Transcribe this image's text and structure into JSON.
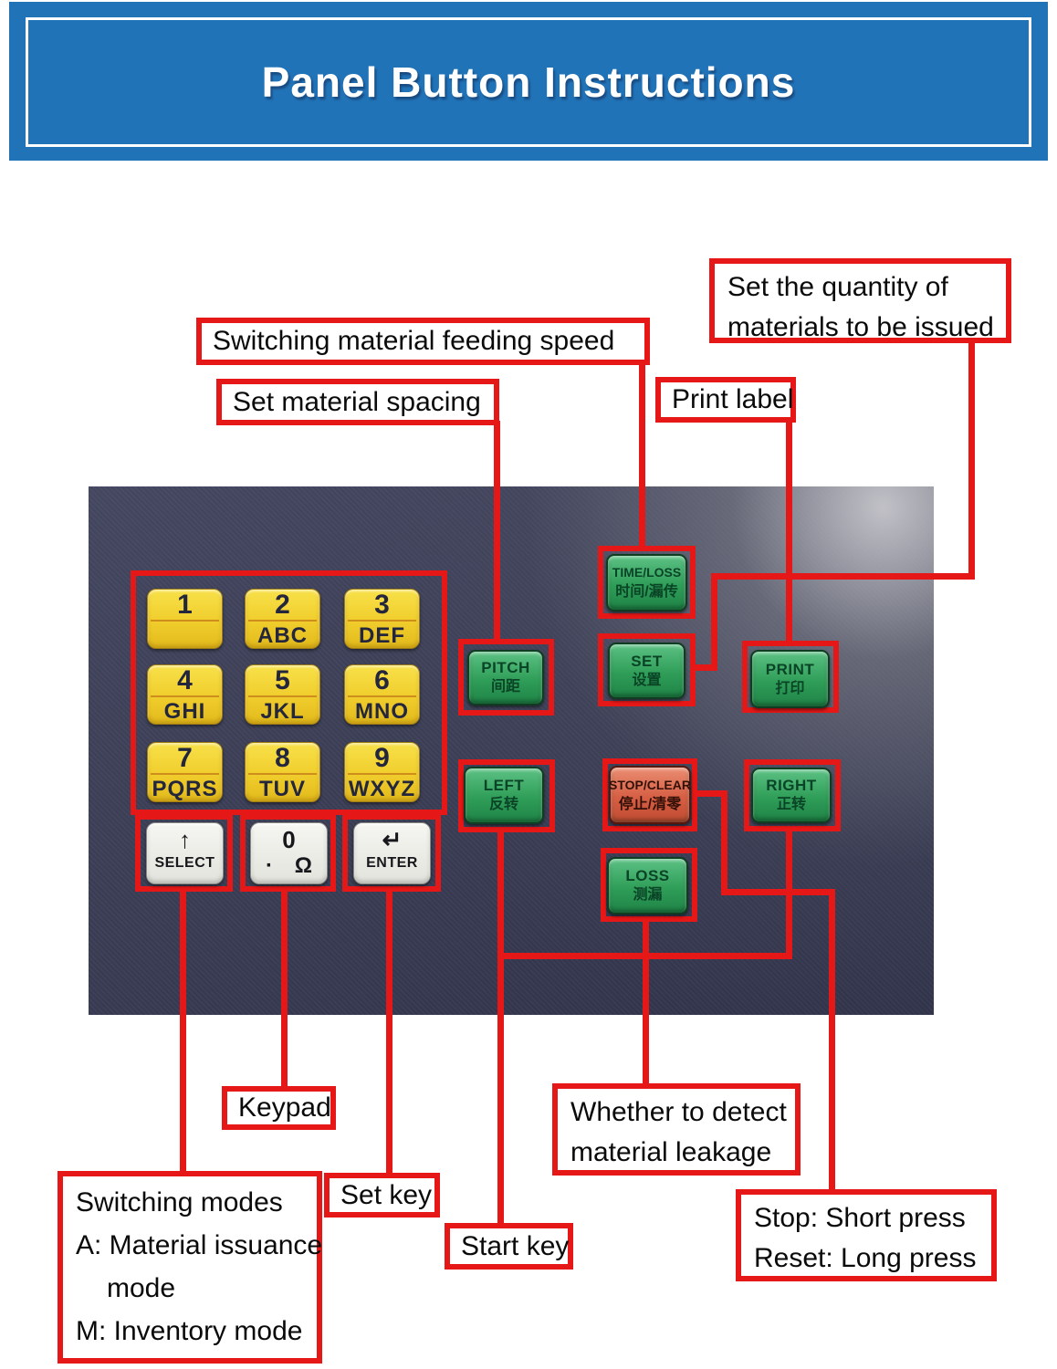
{
  "header": {
    "title": "Panel Button Instructions"
  },
  "colors": {
    "banner_blue": "#2173b8",
    "annotation_red": "#e51717",
    "panel_navy": "#3a3d54",
    "key_yellow": "#f0cd2c",
    "button_green": "#2f9e58",
    "stop_orange_red": "#d65f44",
    "key_white": "#efefeb"
  },
  "callouts": {
    "set_quantity": {
      "line1": "Set the quantity of",
      "line2": "materials to be issued"
    },
    "switching_speed": {
      "text": "Switching material feeding speed"
    },
    "set_spacing": {
      "text": "Set material spacing"
    },
    "print_label": {
      "text": "Print label"
    },
    "keypad": {
      "text": "Keypad"
    },
    "switching_modes": {
      "line1": "Switching modes",
      "line2": "A: Material issuance",
      "line3": "mode",
      "line4": "M: Inventory mode"
    },
    "set_key": {
      "text": "Set key"
    },
    "start_key": {
      "text": "Start key"
    },
    "detect_leakage": {
      "line1": "Whether to detect",
      "line2": "material leakage"
    },
    "stop_reset": {
      "line1": "Stop: Short press",
      "line2": "Reset: Long press"
    }
  },
  "panel": {
    "keypad_keys": [
      {
        "primary": "1",
        "secondary": ""
      },
      {
        "primary": "2",
        "secondary": "ABC"
      },
      {
        "primary": "3",
        "secondary": "DEF"
      },
      {
        "primary": "4",
        "secondary": "GHI"
      },
      {
        "primary": "5",
        "secondary": "JKL"
      },
      {
        "primary": "6",
        "secondary": "MNO"
      },
      {
        "primary": "7",
        "secondary": "PQRS"
      },
      {
        "primary": "8",
        "secondary": "TUV"
      },
      {
        "primary": "9",
        "secondary": "WXYZ"
      }
    ],
    "select_key": {
      "icon": "↑",
      "label": "SELECT"
    },
    "zero_key": {
      "primary": "0",
      "dot": "·",
      "omega": "Ω"
    },
    "enter_key": {
      "icon": "↵",
      "label": "ENTER"
    },
    "buttons": {
      "time_loss": {
        "en": "TIME/LOSS",
        "zh": "时间/漏传"
      },
      "pitch": {
        "en": "PITCH",
        "zh": "间距"
      },
      "set": {
        "en": "SET",
        "zh": "设置"
      },
      "print": {
        "en": "PRINT",
        "zh": "打印"
      },
      "left": {
        "en": "LEFT",
        "zh": "反转"
      },
      "stop_clear": {
        "en": "STOP/CLEAR",
        "zh": "停止/清零"
      },
      "right": {
        "en": "RIGHT",
        "zh": "正转"
      },
      "loss": {
        "en": "LOSS",
        "zh": "测漏"
      }
    }
  }
}
